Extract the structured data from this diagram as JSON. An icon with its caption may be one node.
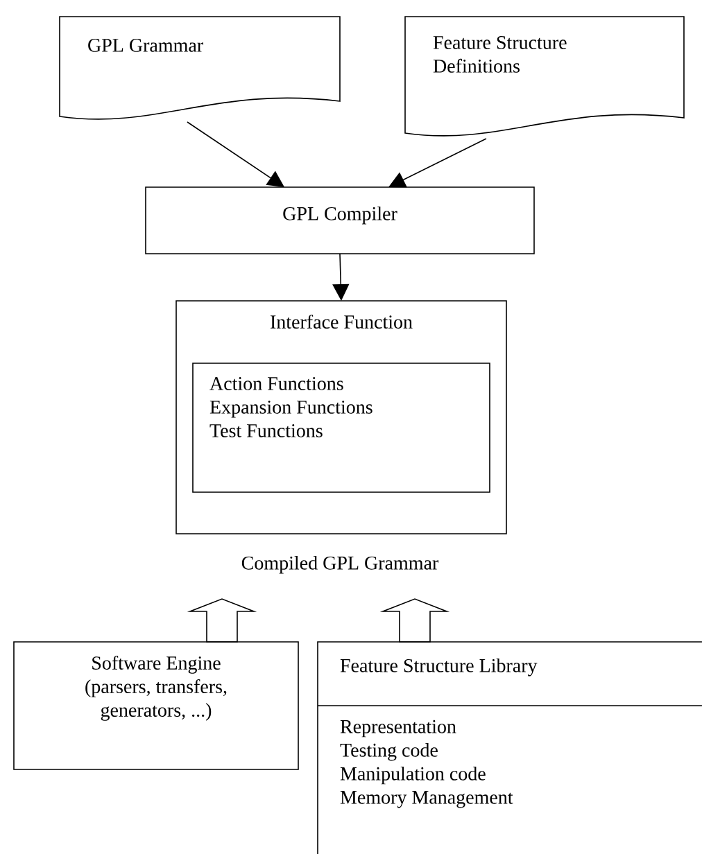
{
  "diagram": {
    "nodes": [
      {
        "text": [
          "GPL Grammar"
        ]
      },
      {
        "text": [
          "Feature Structure Definitions"
        ]
      },
      {
        "text": [
          "GPL Compiler"
        ]
      },
      {
        "text": [
          "Interface Function"
        ]
      },
      {
        "text": [
          "Action Functions",
          "Expansion Functions",
          "Test Functions"
        ],
        "in": 3
      },
      {
        "text": [
          "Compiled GPL Grammar"
        ]
      },
      {
        "text": [
          "Software Engine",
          "(parsers, transfers, generators, ...)"
        ]
      },
      {
        "text": [
          "Feature Structure Library",
          "Representation",
          "Testing code",
          "Manipulation code",
          "Memory Management"
        ]
      }
    ],
    "edges": [
      {
        "from": 0,
        "to": 2,
        "arrow": "to"
      },
      {
        "from": 1,
        "to": 2,
        "arrow": "to"
      },
      {
        "from": 2,
        "to": 3,
        "arrow": "to"
      },
      {
        "from": 6,
        "to": 5,
        "arrow": "to",
        "style": "thick"
      },
      {
        "from": 7,
        "to": 5,
        "arrow": "to",
        "style": "thick"
      }
    ]
  }
}
